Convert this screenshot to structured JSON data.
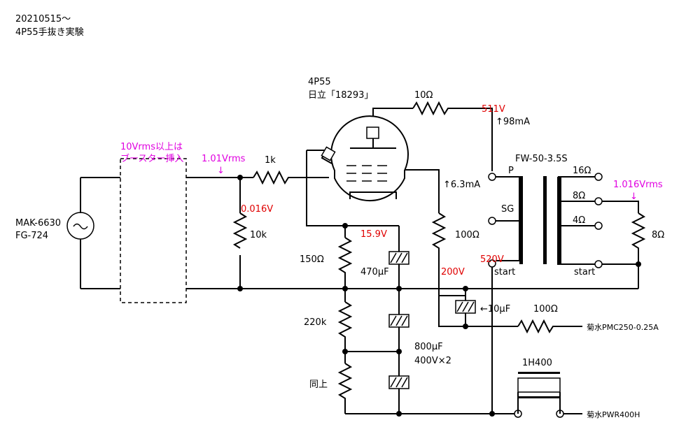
{
  "header": {
    "date": "20210515～",
    "title": "4P55手抜き実験"
  },
  "tube": {
    "type": "4P55",
    "maker": "日立「18293」"
  },
  "source": {
    "line1": "MAK-6630",
    "line2": "FG-724"
  },
  "booster": {
    "line1": "10Vrms以上は",
    "line2": "ブースター挿入"
  },
  "measurements": {
    "input_vrms": "1.01Vrms",
    "input_arrow": "↓",
    "grid_v": "0.016V",
    "cathode_v": "15.9V",
    "plate_v": "511V",
    "plate_current": "↑98mA",
    "screen_current": "↑6.3mA",
    "screen_v": "200V",
    "b_plus_v": "520V",
    "output_vrms": "1.016Vrms",
    "output_arrow": "↓"
  },
  "components": {
    "r_plate": "10Ω",
    "r_grid_stop": "1k",
    "r_grid": "10k",
    "r_cathode": "150Ω",
    "c_cathode": "470μF",
    "r_screen": "100Ω",
    "c_screen": "←10μF",
    "r_screen_feed": "100Ω",
    "r_bleeder1": "220k",
    "r_bleeder2": "同上",
    "c_filter_line1": "800μF",
    "c_filter_line2": "400V×2",
    "r_load": "8Ω",
    "choke": "1H400"
  },
  "transformer": {
    "model": "FW-50-3.5S",
    "p": "P",
    "sg": "SG",
    "start_primary": "start",
    "tap16": "16Ω",
    "tap8": "8Ω",
    "tap4": "4Ω",
    "start_secondary": "start"
  },
  "supplies": {
    "screen_supply": "菊水PMC250-0.25A",
    "b_supply": "菊水PWR400H"
  }
}
